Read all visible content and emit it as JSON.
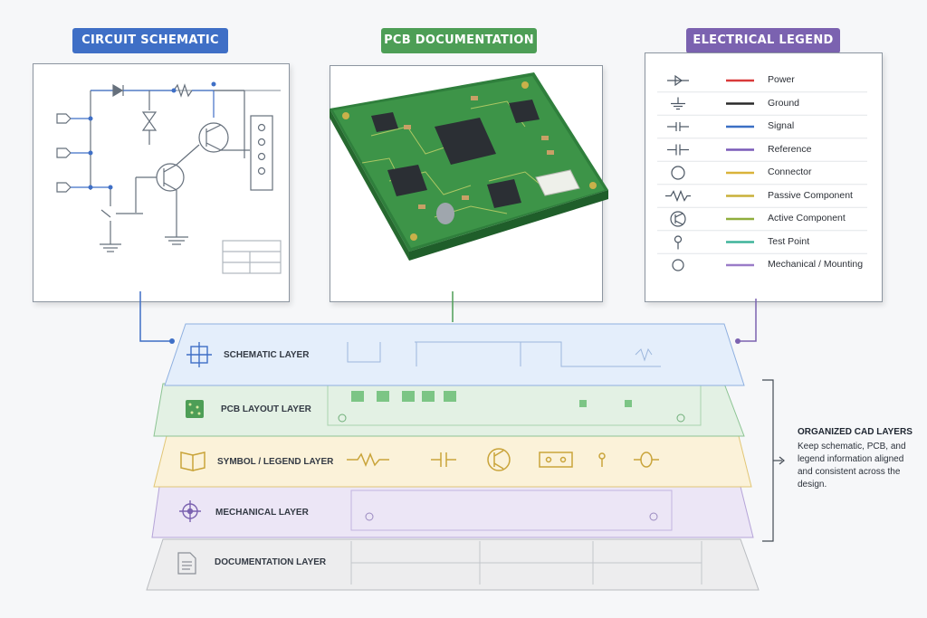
{
  "headers": {
    "schematic": "CIRCUIT SCHEMATIC",
    "pcb": "PCB DOCUMENTATION",
    "legend": "ELECTRICAL LEGEND"
  },
  "legend_items": [
    {
      "label": "Power",
      "color": "#d93a3a",
      "icon": "power-symbol-icon"
    },
    {
      "label": "Ground",
      "color": "#2a2a2a",
      "icon": "ground-symbol-icon"
    },
    {
      "label": "Signal",
      "color": "#3b6fc4",
      "icon": "signal-symbol-icon"
    },
    {
      "label": "Reference",
      "color": "#7a5ab8",
      "icon": "reference-symbol-icon"
    },
    {
      "label": "Connector",
      "color": "#d9b33a",
      "icon": "connector-circle-icon"
    },
    {
      "label": "Passive Component",
      "color": "#c9b13a",
      "icon": "resistor-symbol-icon"
    },
    {
      "label": "Active Component",
      "color": "#8fae3c",
      "icon": "transistor-symbol-icon"
    },
    {
      "label": "Test Point",
      "color": "#3fb39a",
      "icon": "test-point-icon"
    },
    {
      "label": "Mechanical / Mounting",
      "color": "#9a7cc8",
      "icon": "mounting-hole-icon"
    }
  ],
  "layers": [
    {
      "label": "SCHEMATIC LAYER",
      "fill": "#e4eefb",
      "stroke": "#8fb0e0",
      "icon": "schematic-layer-icon"
    },
    {
      "label": "PCB LAYOUT LAYER",
      "fill": "#e3f1e4",
      "stroke": "#8cc493",
      "icon": "pcb-layer-icon"
    },
    {
      "label": "SYMBOL / LEGEND LAYER",
      "fill": "#fbf2d9",
      "stroke": "#e1c676",
      "icon": "book-icon"
    },
    {
      "label": "MECHANICAL LAYER",
      "fill": "#ece6f6",
      "stroke": "#b5a4d8",
      "icon": "crosshair-icon"
    },
    {
      "label": "DOCUMENTATION LAYER",
      "fill": "#ededee",
      "stroke": "#b9bcc0",
      "icon": "document-icon"
    }
  ],
  "side_note": {
    "title": "ORGANIZED CAD LAYERS",
    "body": "Keep schematic, PCB, and legend information aligned and consistent across the design."
  },
  "colors": {
    "schematic_tab": "#3f6fc6",
    "pcb_tab": "#4d9e56",
    "legend_tab": "#7b62b0"
  }
}
